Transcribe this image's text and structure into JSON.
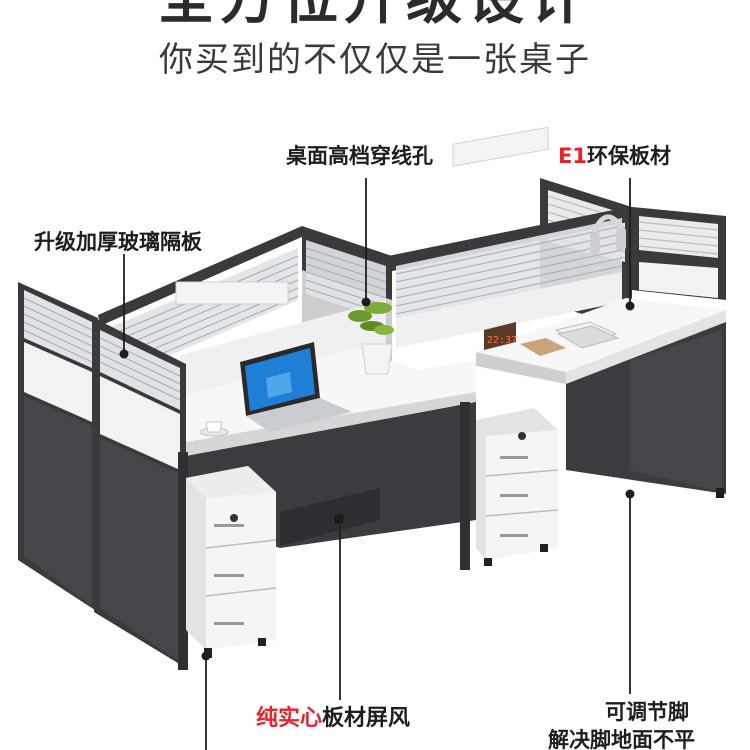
{
  "header": {
    "headline": "全方位升级设计",
    "subtitle": "你买到的不仅仅是一张桌子"
  },
  "callouts": {
    "cable_hole": "桌面高档穿线孔",
    "eco_board_prefix": "E1",
    "eco_board_suffix": "环保板材",
    "glass_partition": "升级加厚玻璃隔板",
    "solid_screen_accent": "纯实心",
    "solid_screen_rest": "板材屏风",
    "adjustable_feet": "可调节脚",
    "uneven_floor": "解决脚地面不平"
  },
  "clock": {
    "display": "22:37"
  },
  "colors": {
    "frame": "#3a3a3c",
    "panel_dark": "#3b3c3f",
    "desktop": "#f7f7f7",
    "accent_red": "#e8232a",
    "laptop_screen": "#1f7fd6"
  }
}
